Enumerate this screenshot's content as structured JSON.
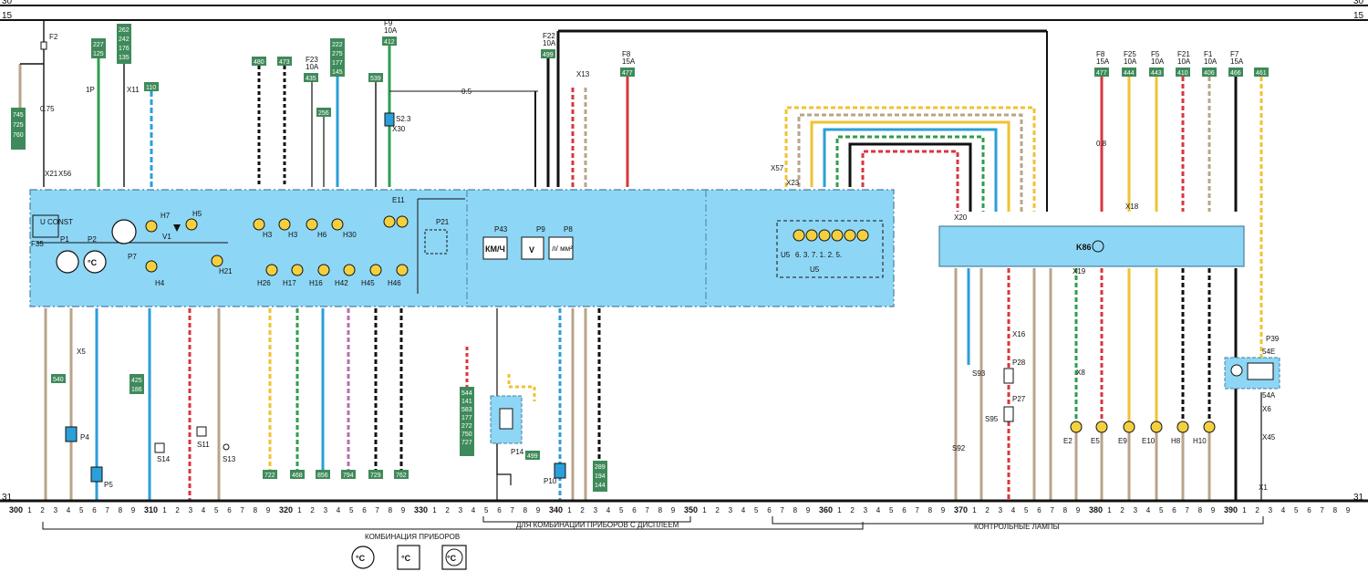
{
  "rails": {
    "top": "30",
    "second": "15",
    "bottom": "31"
  },
  "fuses": [
    {
      "id": "F2",
      "rating": "",
      "tag": ""
    },
    {
      "id": "F9",
      "rating": "10A",
      "tag": "412"
    },
    {
      "id": "F22",
      "rating": "10A",
      "tag": "499"
    },
    {
      "id": "F8",
      "rating": "15A",
      "tag": "477"
    },
    {
      "id": "F8",
      "rating": "15A",
      "tag": "477"
    },
    {
      "id": "F25",
      "rating": "10A",
      "tag": "444"
    },
    {
      "id": "F5",
      "rating": "10A",
      "tag": "443"
    },
    {
      "id": "F21",
      "rating": "10A",
      "tag": "410"
    },
    {
      "id": "F1",
      "rating": "10A",
      "tag": "406"
    },
    {
      "id": "F7",
      "rating": "15A",
      "tag": "466"
    },
    {
      "id": "F23",
      "rating": "10A",
      "tag": "435"
    }
  ],
  "tags_top": [
    "745",
    "725",
    "760",
    "227",
    "125",
    "262",
    "242",
    "176",
    "135",
    "110",
    "480",
    "473",
    "222",
    "275",
    "177",
    "145",
    "256",
    "539",
    "461"
  ],
  "tags_bottom": [
    "540",
    "425",
    "186",
    "722",
    "468",
    "856",
    "794",
    "729",
    "762",
    "544",
    "141",
    "583",
    "177",
    "272",
    "750",
    "727",
    "499",
    "289",
    "194",
    "144"
  ],
  "panel_labels": {
    "const": "U CONST",
    "f35": "F35",
    "p1": "P1",
    "p2": "P2",
    "p7": "P7",
    "h7": "H7",
    "h5": "H5",
    "v1": "V1",
    "h4": "H4",
    "h21": "H21",
    "h3a": "H3",
    "h3b": "H3",
    "h6": "H6",
    "h30": "H30",
    "h26": "H26",
    "h17": "H17",
    "h16": "H16",
    "h42": "H42",
    "h45": "H45",
    "h46": "H46",
    "e11": "E11",
    "p21": "P21",
    "p43": "P43",
    "p9": "P9",
    "p8": "P8",
    "kmh": "КМ/Ч",
    "v": "V",
    "mm": "л/ мм²",
    "u5a": "U5",
    "u5b": "U5",
    "u5nums": "6. 3. 7. 1. 2. 5.",
    "k86": "K86"
  },
  "components": [
    "P4",
    "P5",
    "S14",
    "S11",
    "S13",
    "P14",
    "P10",
    "S93",
    "S95",
    "S92",
    "P28",
    "P27",
    "E2",
    "E5",
    "E9",
    "E10",
    "H8",
    "H10",
    "P39",
    "S2.3",
    "X30",
    "54E",
    "54A"
  ],
  "connectors": [
    "X21",
    "X56",
    "X23",
    "X57",
    "X20",
    "X18",
    "X19",
    "X5",
    "X8",
    "X16",
    "X6",
    "X45",
    "X1",
    "X11",
    "X13",
    "1P"
  ],
  "wire_gauges": [
    "0.75",
    "0.5",
    "0.8"
  ],
  "axis": {
    "segments": [
      "300",
      "310",
      "320",
      "330",
      "340",
      "350",
      "360",
      "370",
      "380",
      "390"
    ]
  },
  "captions": {
    "combo": "КОМБИНАЦИЯ ПРИБОРОВ",
    "display": "ДЛЯ КОМБИНАЦИИ ПРИБОРОВ С ДИСПЛЕЕМ",
    "lamps": "КОНТРОЛЬНЫЕ ЛАМПЫ"
  },
  "legend_symbols": [
    "°C",
    "°C",
    "°C"
  ],
  "colors": {
    "panel": "#8ed6f5",
    "panel_border": "#4a7fa0",
    "tag_green": "#3f8a5a",
    "wire_brown": "#b8a48a",
    "wire_red": "#d9363e",
    "wire_green": "#2e9e4f",
    "wire_blue": "#2a9fd8",
    "wire_yellow": "#f1c232",
    "wire_black": "#111111",
    "lamp": "#f4d03f"
  }
}
